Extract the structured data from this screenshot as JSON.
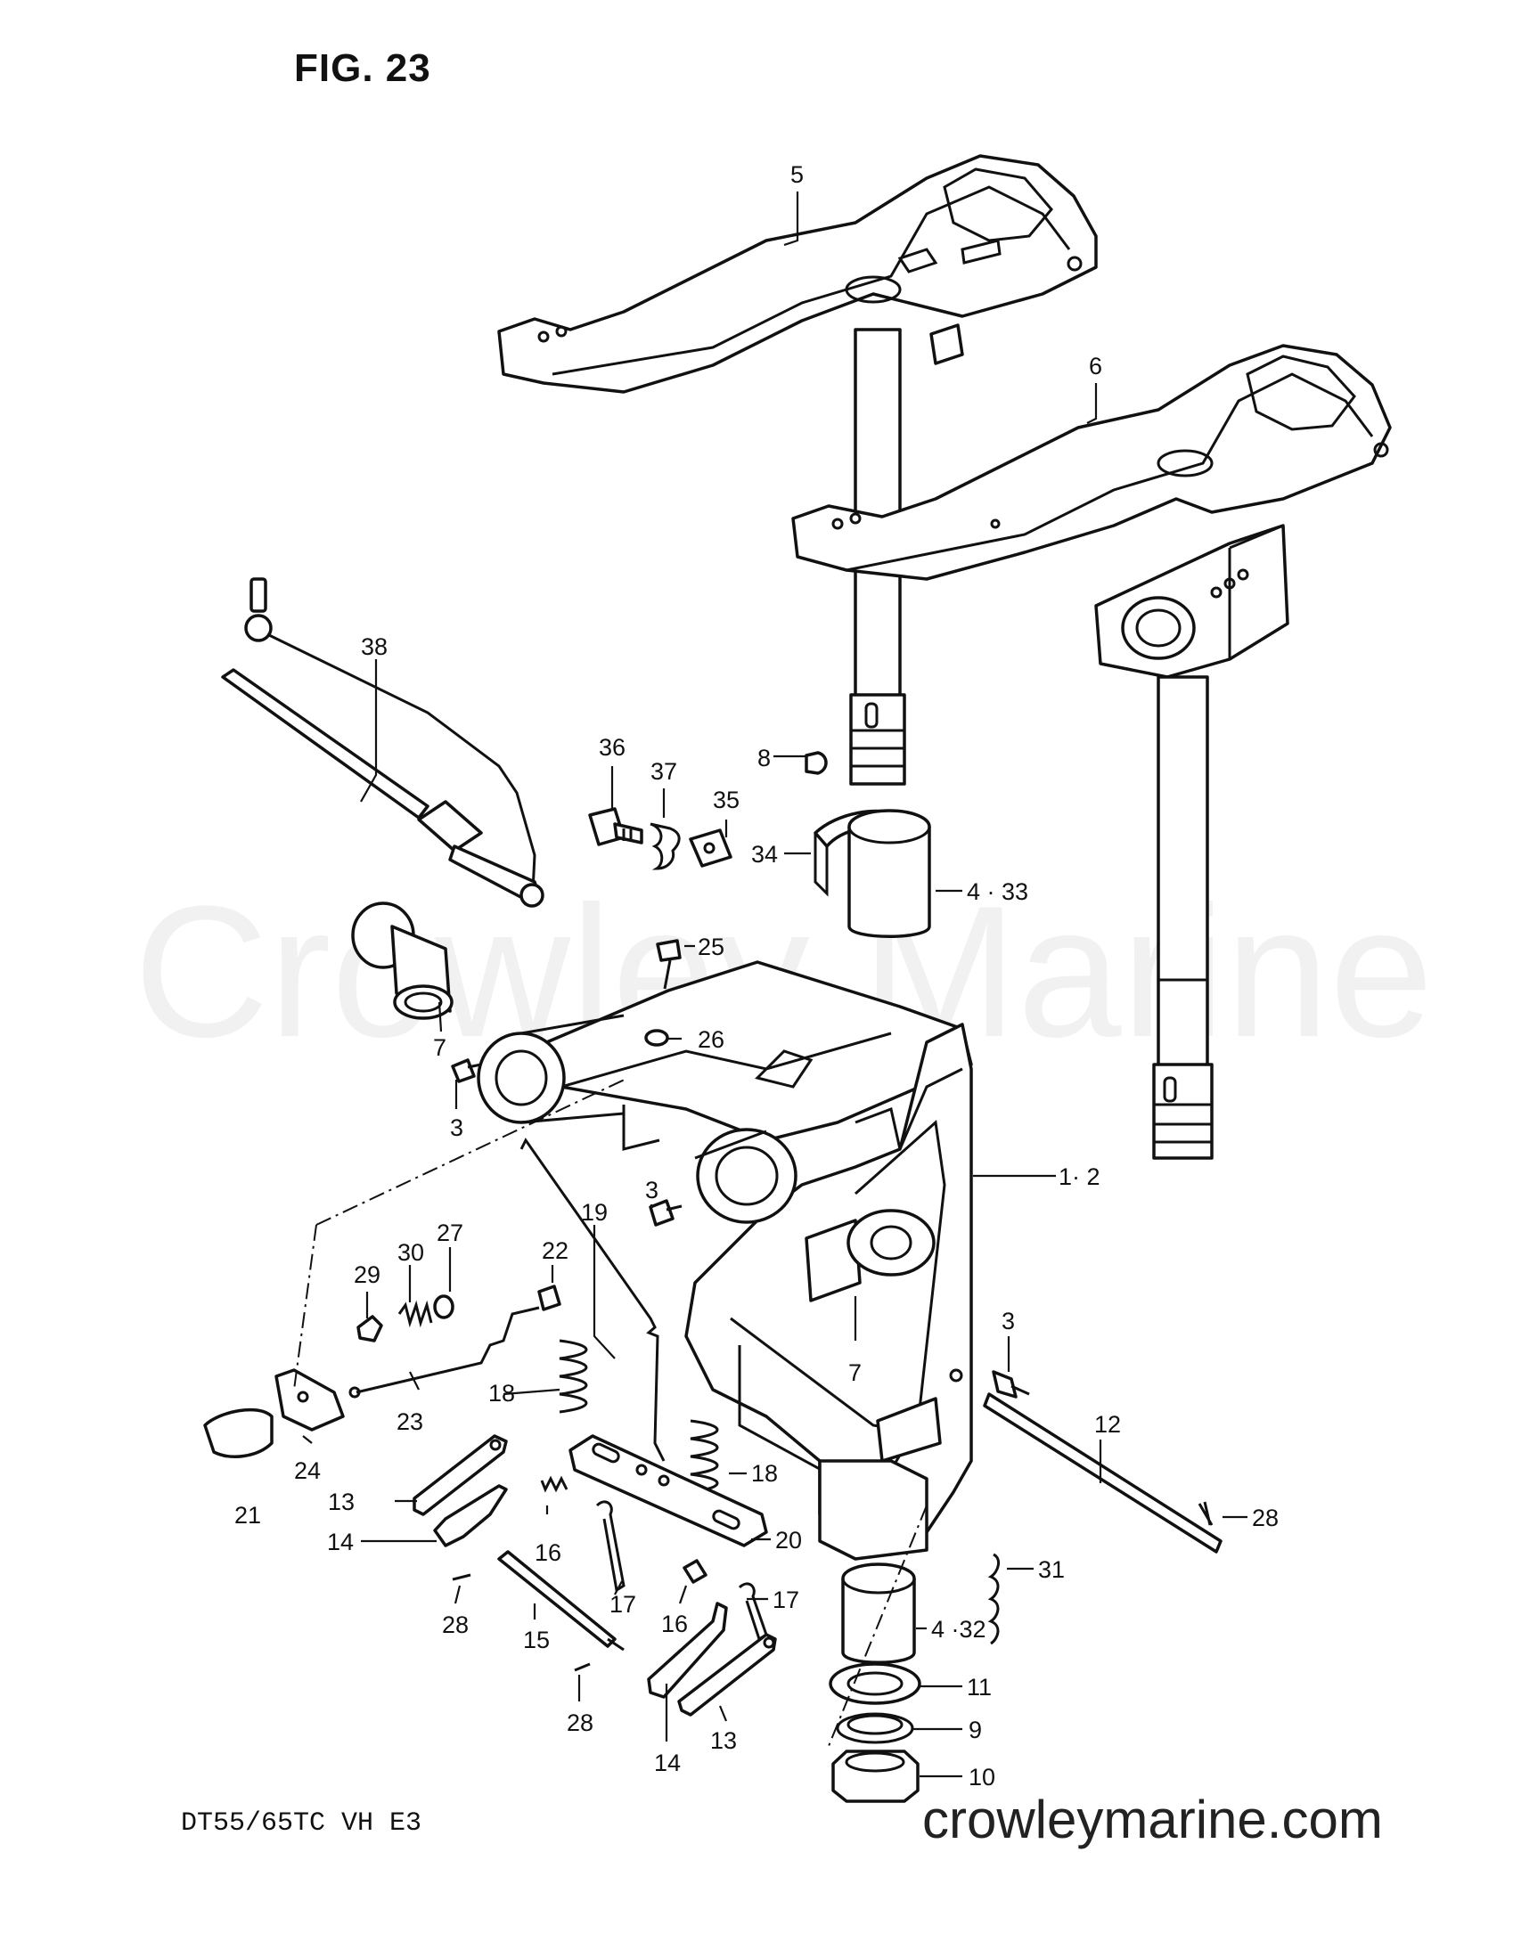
{
  "figure": {
    "title": "FIG. 23"
  },
  "footer": {
    "model_code": "DT55/65TC VH E3",
    "website": "crowleymarine.com"
  },
  "watermark": {
    "text": "Crowley Marine"
  },
  "callouts": [
    "5",
    "6",
    "38",
    "36",
    "37",
    "35",
    "8",
    "34",
    "4 · 33",
    "25",
    "26",
    "7",
    "3",
    "1· 2",
    "19",
    "3",
    "27",
    "30",
    "29",
    "22",
    "7",
    "3",
    "12",
    "18",
    "23",
    "24",
    "21",
    "18",
    "13",
    "28",
    "14",
    "16",
    "20",
    "31",
    "17",
    "16",
    "17",
    "4 ·32",
    "11",
    "28",
    "15",
    "9",
    "28",
    "14",
    "13",
    "10"
  ]
}
